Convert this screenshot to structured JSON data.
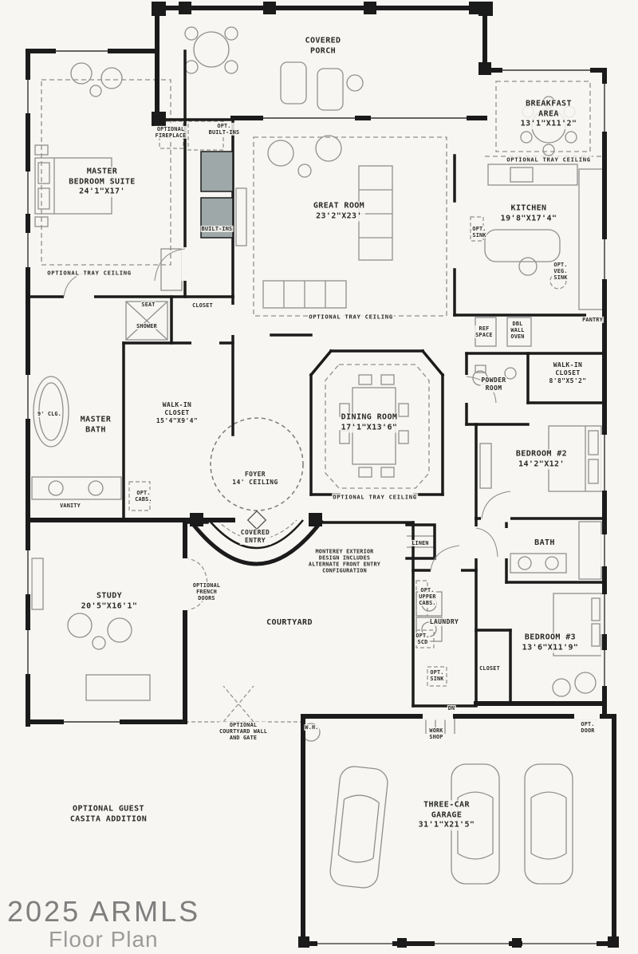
{
  "colors": {
    "paper": "#f7f6f2",
    "ink": "#1b1b1b",
    "annotation_gray": "#8f8f8f",
    "watermark_gray": "#7e7e7e"
  },
  "watermark": {
    "brand": "2025 ARMLS",
    "caption": "Floor Plan"
  },
  "labels": {
    "covered_porch": "COVERED\nPORCH",
    "breakfast_area": "BREAKFAST\nAREA\n13'1\"X11'2\"",
    "optional_tray_ceiling": "OPTIONAL TRAY CEILING",
    "master_bedroom": "MASTER\nBEDROOM SUITE\n24'1\"X17'",
    "optional_fireplace": "OPTIONAL\nFIREPLACE",
    "opt_built_ins": "OPT.\nBUILT-INS",
    "built_ins": "BUILT-INS",
    "great_room": "GREAT ROOM\n23'2\"X23'",
    "kitchen": "KITCHEN\n19'8\"X17'4\"",
    "opt_sink": "OPT.\nSINK",
    "opt_veg_sink": "OPT.\nVEG.\nSINK",
    "seat": "SEAT",
    "shower": "SHOWER",
    "closet": "CLOSET",
    "dbl_wall_oven": "DBL\nWALL\nOVEN",
    "ref_space": "REF\nSPACE",
    "pantry": "PANTRY",
    "powder_room": "POWDER\nROOM",
    "walk_in_closet_2": "WALK-IN\nCLOSET\n8'8\"X5'2\"",
    "master_bath": "MASTER\nBATH",
    "clg_9": "9' CLG.",
    "walk_in_closet_master": "WALK-IN\nCLOSET\n15'4\"X9'4\"",
    "dining_room": "DINING ROOM\n17'1\"X13'6\"",
    "bedroom_2": "BEDROOM #2\n14'2\"X12'",
    "foyer": "FOYER\n14' CEILING",
    "opt_cabs": "OPT.\nCABS.",
    "vanity": "VANITY",
    "covered_entry": "COVERED\nENTRY",
    "monterey_note": "MONTEREY EXTERIOR\nDESIGN INCLUDES\nALTERNATE FRONT ENTRY\nCONFIGURATION",
    "linen": "LINEN",
    "bath": "BATH",
    "optional_french_doors": "OPTIONAL\nFRENCH\nDOORS",
    "study": "STUDY\n20'5\"X16'1\"",
    "courtyard": "COURTYARD",
    "opt_upper_cabs": "OPT.\nUPPER\nCABS.",
    "laundry": "LAUNDRY",
    "opt_scd": "OPT.\nSCD",
    "bedroom_3": "BEDROOM #3\n13'6\"X11'9\"",
    "dn": "DN",
    "optional_courtyard_wall": "OPTIONAL\nCOURTYARD WALL\nAND GATE",
    "wh": "W.H.",
    "work_shop": "WORK\nSHOP",
    "opt_door": "OPT.\nDOOR",
    "optional_casita": "OPTIONAL GUEST\nCASITA ADDITION",
    "garage": "THREE-CAR\nGARAGE\n31'1\"X21'5\""
  }
}
